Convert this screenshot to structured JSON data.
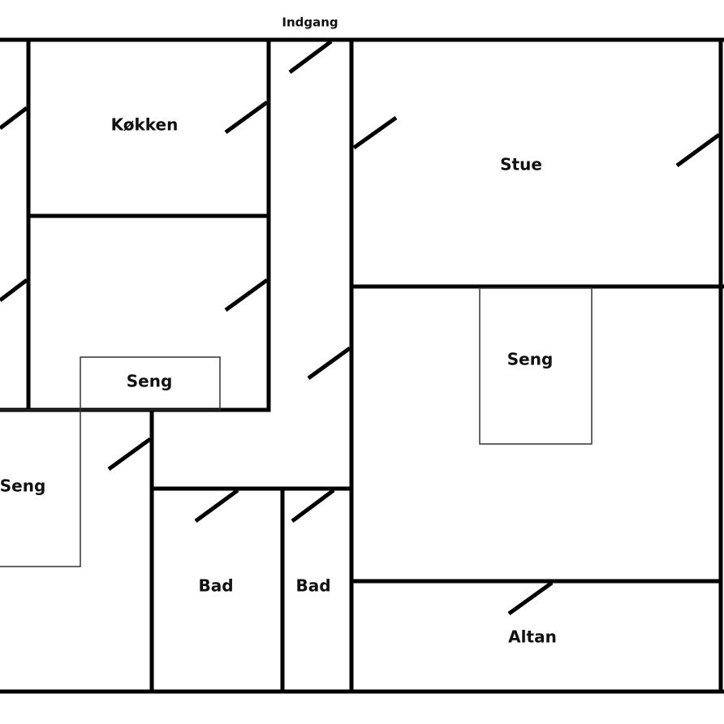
{
  "title": "Floor plan",
  "colors": {
    "wall": "#000000",
    "background": "#ffffff"
  },
  "labels": {
    "entrance": "Indgang",
    "kitchen": "Køkken",
    "living_room": "Stue",
    "bed_1": "Seng",
    "bed_2": "Seng",
    "bed_3": "Seng",
    "bath_1": "Bad",
    "bath_2": "Bad",
    "balcony": "Altan"
  }
}
